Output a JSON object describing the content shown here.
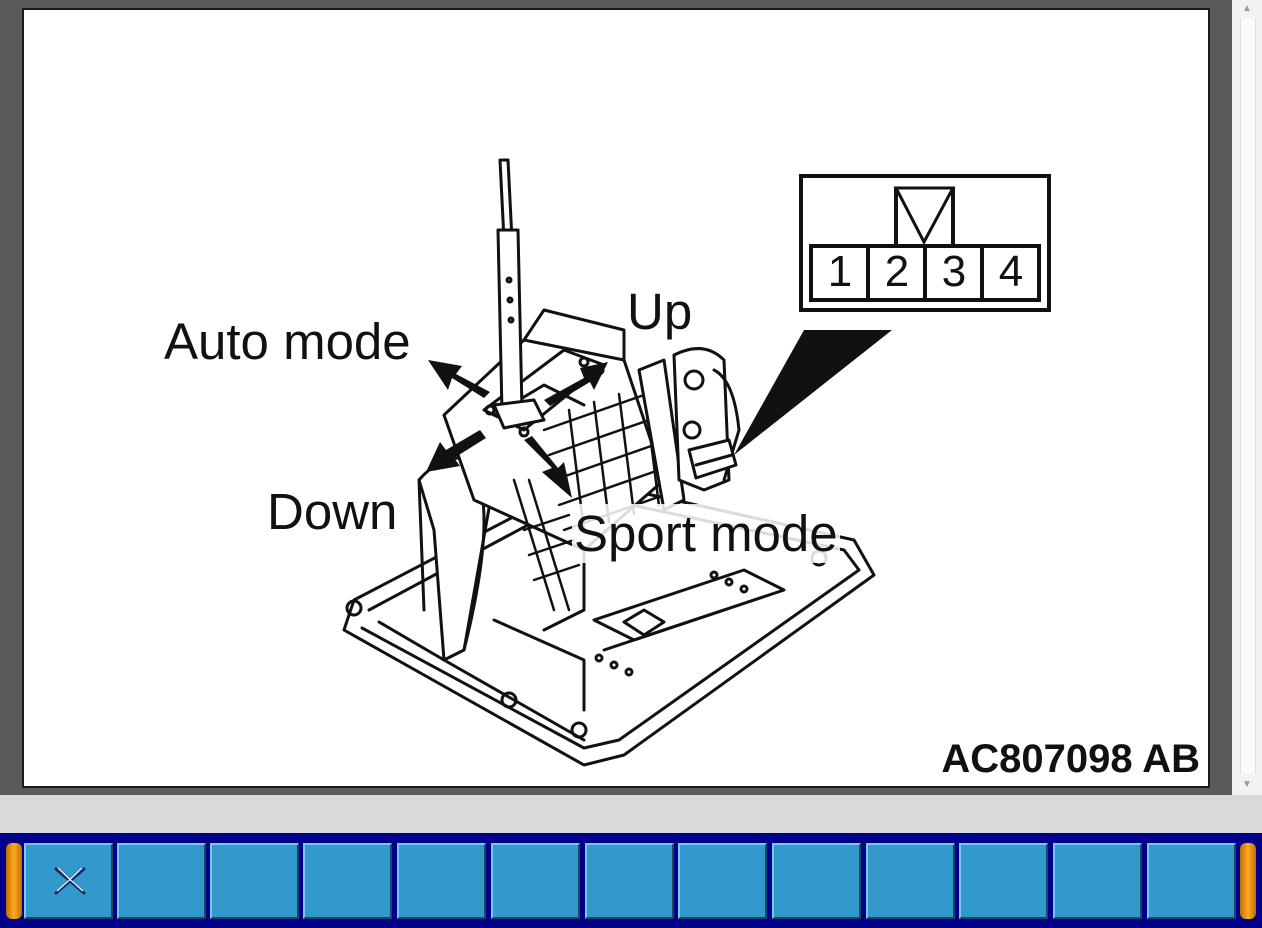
{
  "figure": {
    "labels": {
      "auto_mode": "Auto mode",
      "up": "Up",
      "down": "Down",
      "sport_mode": "Sport mode"
    },
    "connector_pins": [
      "1",
      "2",
      "3",
      "4"
    ],
    "figure_code": "AC807098 AB"
  },
  "toolbar": {
    "buttons": [
      {
        "icon": "close-icon"
      },
      {
        "icon": ""
      },
      {
        "icon": ""
      },
      {
        "icon": ""
      },
      {
        "icon": ""
      },
      {
        "icon": ""
      },
      {
        "icon": ""
      },
      {
        "icon": ""
      },
      {
        "icon": ""
      },
      {
        "icon": ""
      },
      {
        "icon": ""
      },
      {
        "icon": ""
      },
      {
        "icon": ""
      }
    ],
    "colors": {
      "bar": "#00008a",
      "button": "#3399cc",
      "end_cap": "#ff9900"
    }
  }
}
